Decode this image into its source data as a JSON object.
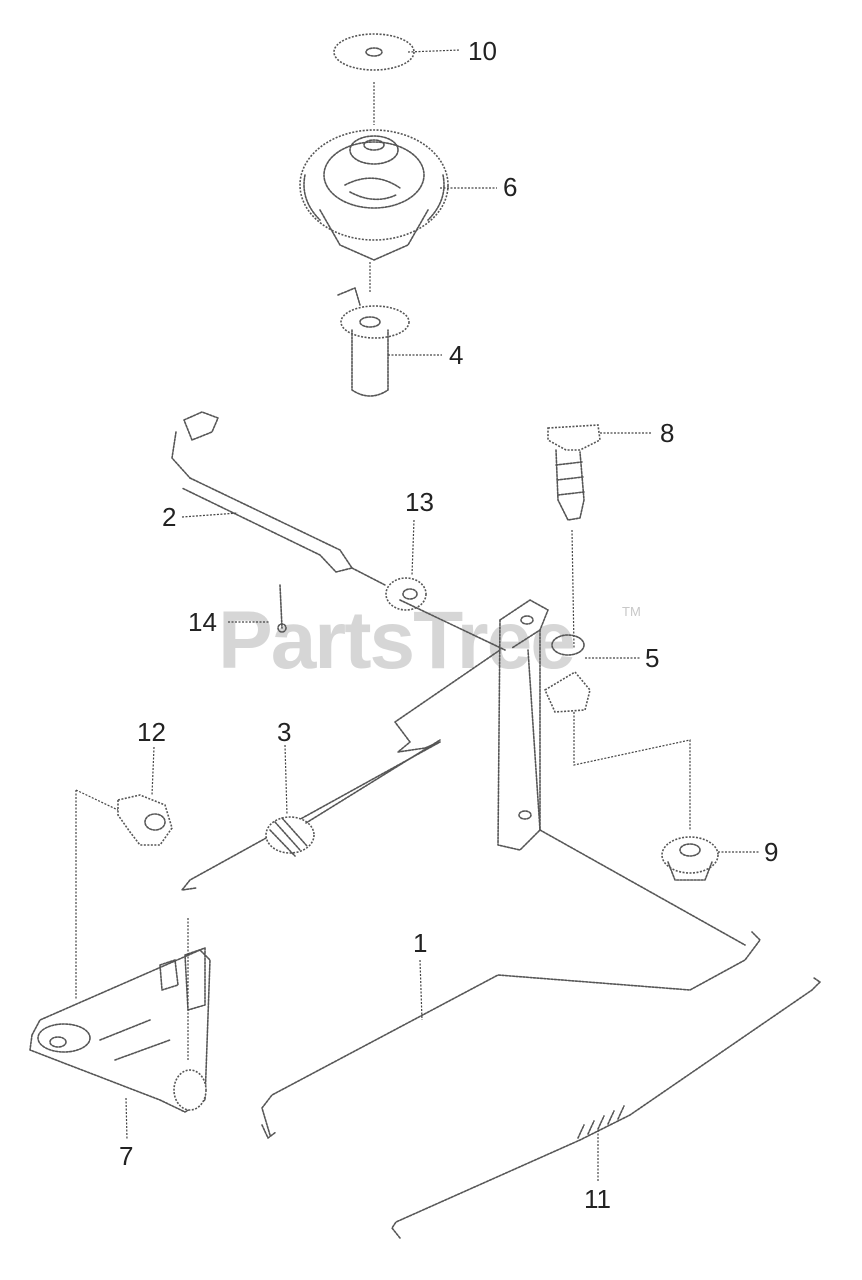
{
  "watermark": {
    "brand": "PartsTree",
    "trademark": "TM"
  },
  "callouts": {
    "c1": "1",
    "c2": "2",
    "c3": "3",
    "c4": "4",
    "c5": "5",
    "c6": "6",
    "c7": "7",
    "c8": "8",
    "c9": "9",
    "c10": "10",
    "c11": "11",
    "c12": "12",
    "c13": "13",
    "c14": "14"
  }
}
